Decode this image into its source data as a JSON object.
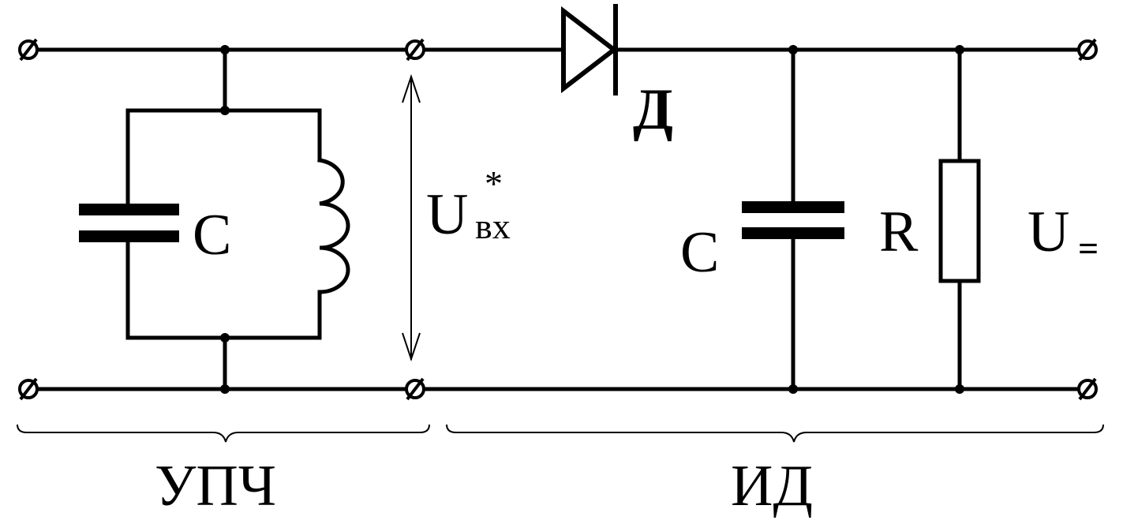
{
  "labels": {
    "cap_left": "C",
    "u_in_main": "U",
    "u_in_sub": "вх",
    "u_in_star": "*",
    "diode": "Д",
    "cap_right": "C",
    "resistor": "R",
    "u_out_main": "U",
    "u_out_sub": "=",
    "section_left": "УПЧ",
    "section_right": "ИД"
  },
  "colors": {
    "line": "#000000",
    "background": "#ffffff"
  }
}
